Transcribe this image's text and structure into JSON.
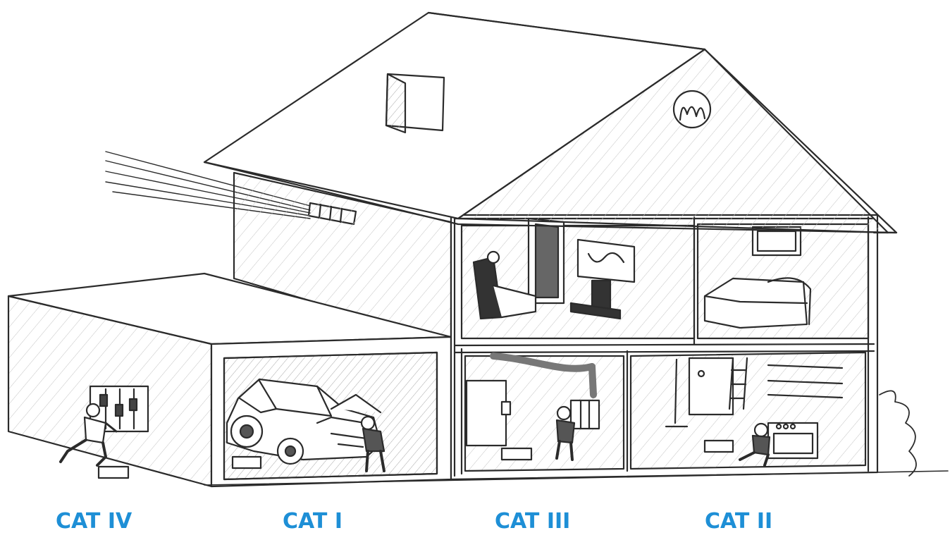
{
  "labels": {
    "cat_iv": "CAT IV",
    "cat_i": "CAT I",
    "cat_iii": "CAT III",
    "cat_ii": "CAT II"
  },
  "colors": {
    "label": "#1e8fd6",
    "ink": "#2b2b2b",
    "shade": "#9a9a9a"
  }
}
